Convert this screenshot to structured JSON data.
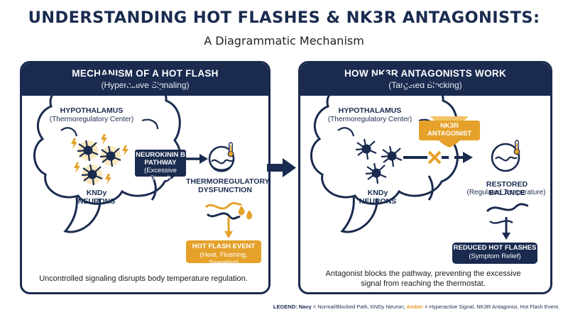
{
  "header": {
    "title": "UNDERSTANDING HOT FLASHES & NK3R ANTAGONISTS:",
    "subtitle": "A Diagrammatic Mechanism"
  },
  "left_panel": {
    "title": "MECHANISM OF A HOT FLASH",
    "subtitle": "(Hyperactive Signaling)",
    "hypothalamus_label": "HYPOTHALAMUS",
    "hypothalamus_sub": "(Thermoregulatory Center)",
    "neurons_label_line1": "KNDy",
    "neurons_label_line2": "NEURONS",
    "pathway_line1": "NEUROKININ B",
    "pathway_line2": "PATHWAY",
    "pathway_sub": "(Excessive Signal)",
    "dysfunction_line1": "THERMOREGULATORY",
    "dysfunction_line2": "DYSFUNCTION",
    "event_title": "HOT FLASH EVENT",
    "event_sub": "(Heat, Flushing, Sweating)",
    "caption": "Uncontrolled signaling disrupts body temperature regulation."
  },
  "right_panel": {
    "title": "HOW NK3R ANTAGONISTS WORK",
    "subtitle": "(Targeted Blocking)",
    "hypothalamus_label": "HYPOTHALAMUS",
    "hypothalamus_sub": "(Thermoregulatory Center)",
    "antagonist_line1": "NK3R",
    "antagonist_line2": "ANTAGONIST",
    "neurons_label_line1": "KNDy",
    "neurons_label_line2": "NEURONS",
    "balance_title": "RESTORED BALANCE",
    "balance_sub": "(Regulated Temperature)",
    "result_title": "REDUCED HOT FLASHES",
    "result_sub": "(Symptom Relief)",
    "caption_line1": "Antagonist blocks the pathway, preventing the excessive",
    "caption_line2": "signal from reaching the thermostat."
  },
  "legend": {
    "label": "LEGEND:",
    "navy_word": "Navy",
    "navy_text": " = Normal/Blocked Path, KNDy Neuron; ",
    "amber_word": "Amber",
    "amber_text": " = Hyperactive Signal, NK3R Antagonist, Hot Flash Event."
  },
  "colors": {
    "navy": "#1a2b4f",
    "amber": "#e5a12a",
    "background": "#ffffff"
  },
  "icons": {
    "thermometer": "thermometer-icon",
    "neuron": "neuron-icon",
    "lightning": "lightning-icon",
    "sweat_drop": "sweat-drop-icon",
    "block": "block-x-icon",
    "shield": "shield-icon",
    "flow_arrow": "flow-arrow-icon"
  }
}
